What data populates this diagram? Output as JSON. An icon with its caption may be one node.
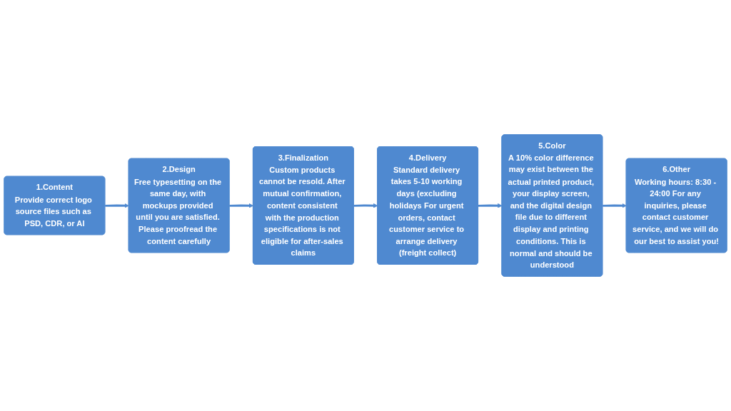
{
  "diagram": {
    "nodes": [
      {
        "text": [
          "1.Content",
          "Provide correct logo source files such as PSD, CDR, or AI"
        ]
      },
      {
        "text": [
          "2.Design",
          "Free typesetting on the same day, with mockups provided until you are satisfied. Please proofread the content carefully"
        ]
      },
      {
        "text": [
          "3.Finalization",
          "Custom products cannot be resold. After mutual confirmation, content consistent with the production specifications is not eligible for after-sales claims"
        ]
      },
      {
        "text": [
          "4.Delivery",
          "Standard delivery takes 5-10 working days (excluding holidays For urgent orders, contact customer service to arrange delivery (freight collect)"
        ]
      },
      {
        "text": [
          "5.Color",
          "A 10% color difference may exist between the actual printed product, your display screen, and the digital design file due to different display and printing conditions. This is normal and should be understood"
        ]
      },
      {
        "text": [
          "6.Other",
          "Working hours: 8:30 - 24:00 For any inquiries, please contact customer service, and we will do our best to assist you!"
        ]
      }
    ],
    "edges": [
      {
        "from": 0,
        "to": 1,
        "arrow": "to"
      },
      {
        "from": 1,
        "to": 2,
        "arrow": "to"
      },
      {
        "from": 2,
        "to": 3,
        "arrow": "to"
      },
      {
        "from": 3,
        "to": 4,
        "arrow": "to"
      },
      {
        "from": 4,
        "to": 5,
        "arrow": "to"
      }
    ]
  }
}
